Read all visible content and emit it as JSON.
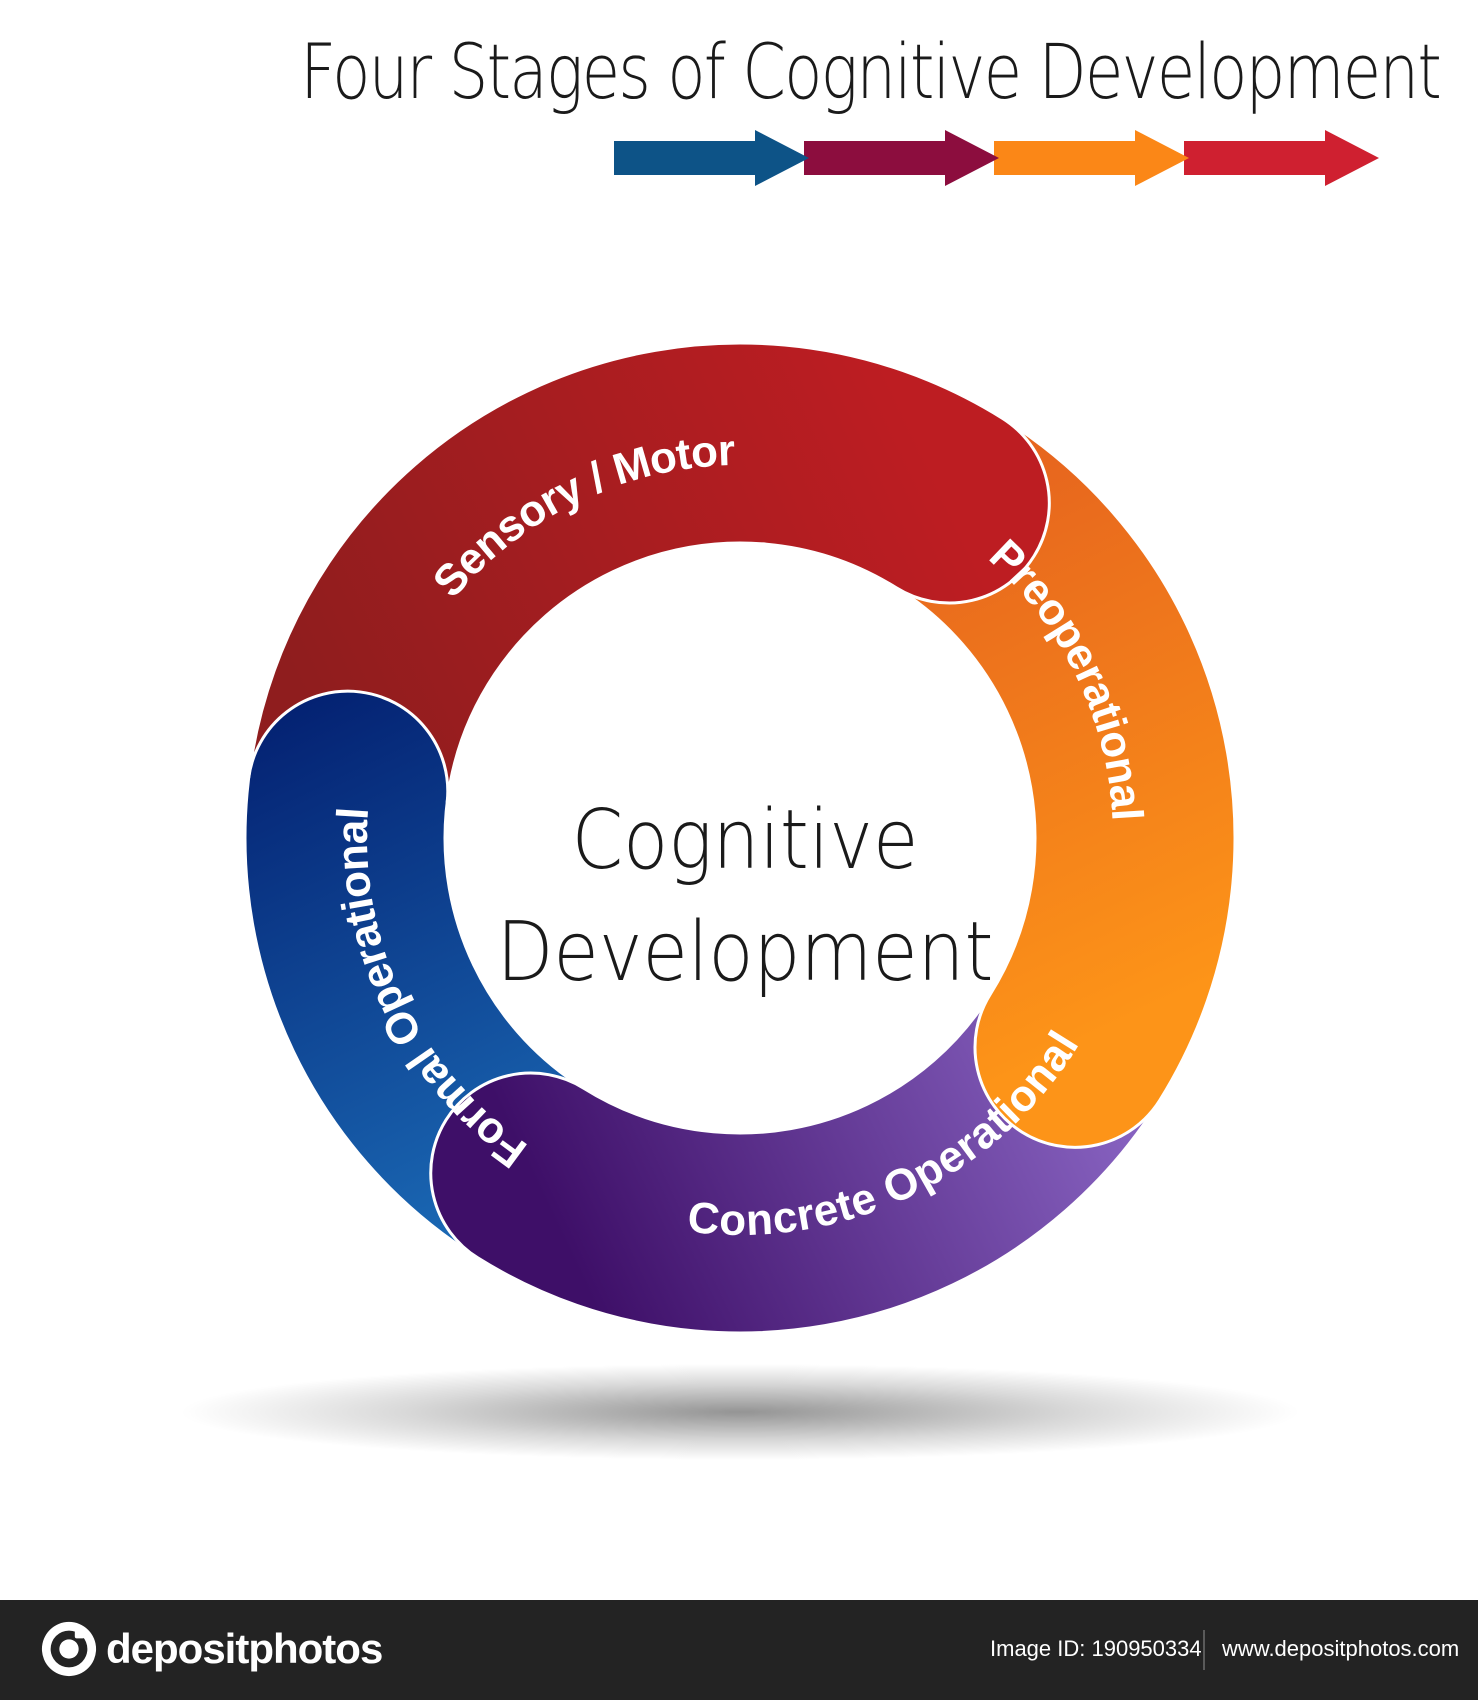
{
  "title": "Four Stages of Cognitive Development",
  "center_label": [
    "Cognitive",
    "Development"
  ],
  "stages": [
    {
      "label": "Sensory / Motor",
      "color_start": "#8f1d1e",
      "color_end": "#bd1d22"
    },
    {
      "label": "Preoperational",
      "color_start": "#e25c1f",
      "color_end": "#fd9418"
    },
    {
      "label": "Concrete Operational",
      "color_start": "#9471d0",
      "color_end": "#3e0f68"
    },
    {
      "label": "Formal Operational",
      "color_start": "#1e74bf",
      "color_end": "#031f70"
    }
  ],
  "arrow_colors": [
    "#0d5387",
    "#8c0d3e",
    "#fb8717",
    "#cf2030"
  ],
  "footer": {
    "brand": "depositphotos",
    "image_id": "Image ID: 190950334",
    "site": "www.depositphotos.com"
  }
}
